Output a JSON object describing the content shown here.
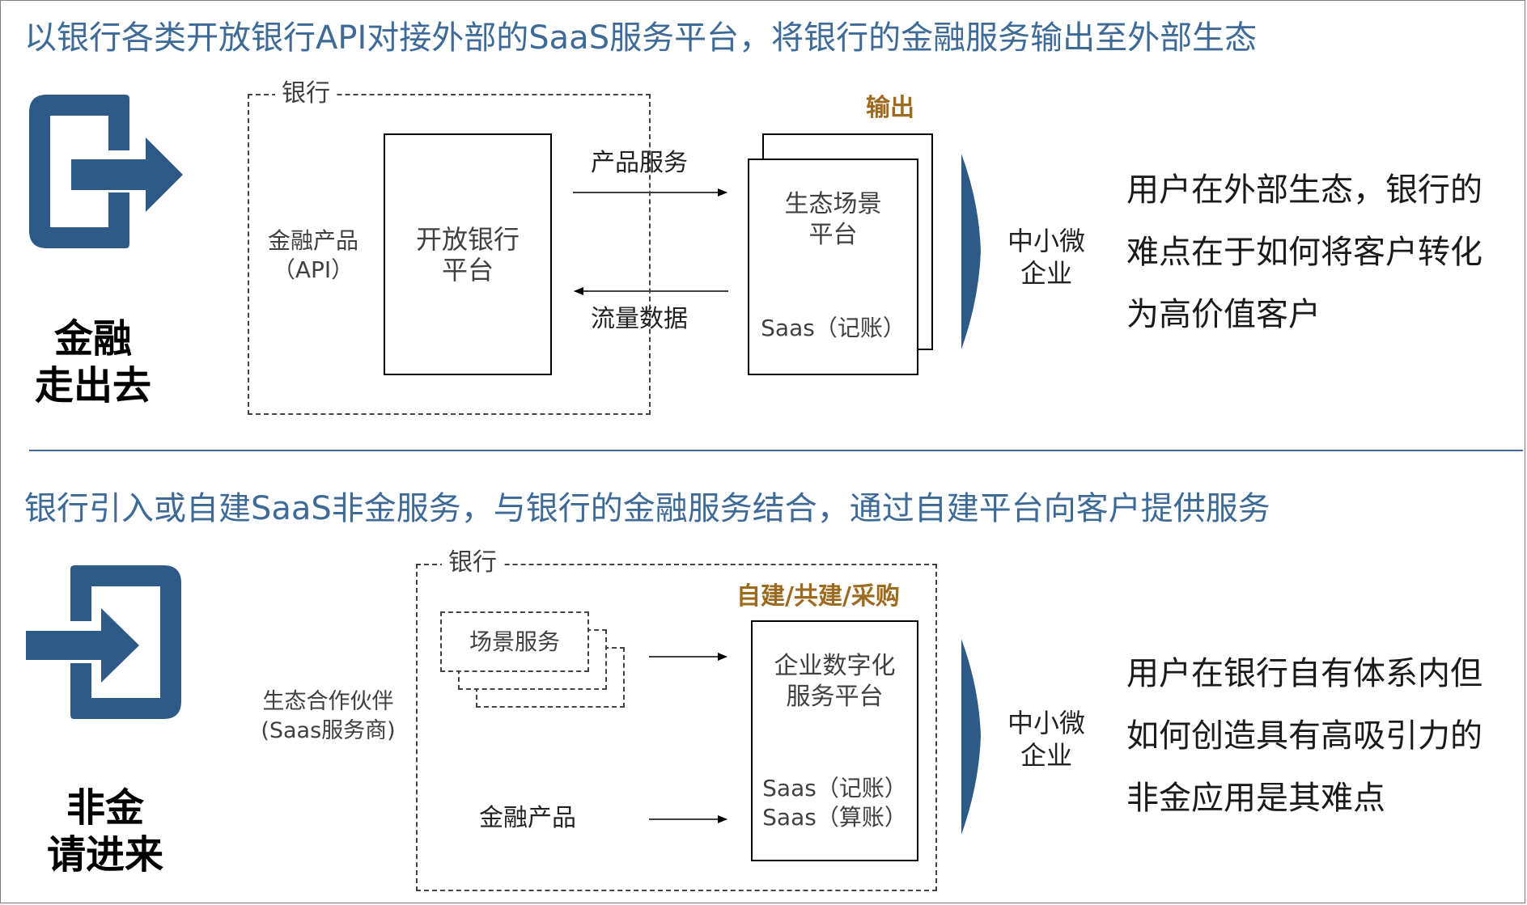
{
  "top": {
    "heading": "以银行各类开放银行API对接外部的SaaS服务平台，将银行的金融服务输出至外部生态",
    "badge_line1": "金融",
    "badge_line2": "走出去",
    "bank_label": "银行",
    "left_product_line1": "金融产品",
    "left_product_line2": "（API）",
    "platform_line1": "开放银行",
    "platform_line2": "平台",
    "arrow_top_label": "产品服务",
    "arrow_bottom_label": "流量数据",
    "output_label": "输出",
    "scene_line1": "生态场景",
    "scene_line2": "平台",
    "scene_saas": "Saas（记账）",
    "sme_line1": "中小微",
    "sme_line2": "企业",
    "desc_lines": [
      "用户在外部生态，银行的",
      "难点在于如何将客户转化",
      "为高价值客户"
    ]
  },
  "bottom": {
    "heading": "银行引入或自建SaaS非金服务，与银行的金融服务结合，通过自建平台向客户提供服务",
    "badge_line1": "非金",
    "badge_line2": "请进来",
    "bank_label": "银行",
    "partner_line1": "生态合作伙伴",
    "partner_line2": "(Saas服务商)",
    "scene_service": "场景服务",
    "finance_product": "金融产品",
    "mode_label": "自建/共建/采购",
    "platform_line1": "企业数字化",
    "platform_line2": "服务平台",
    "saas_line1": "Saas（记账）",
    "saas_line2": "Saas（算账）",
    "sme_line1": "中小微",
    "sme_line2": "企业",
    "desc_lines": [
      "用户在银行自有体系内但",
      "如何创造具有高吸引力的",
      "非金应用是其难点"
    ]
  },
  "colors": {
    "heading": "#3d6a96",
    "icon": "#2d5a87",
    "divider": "#3d6a96",
    "accent": "#9c6b1f"
  }
}
